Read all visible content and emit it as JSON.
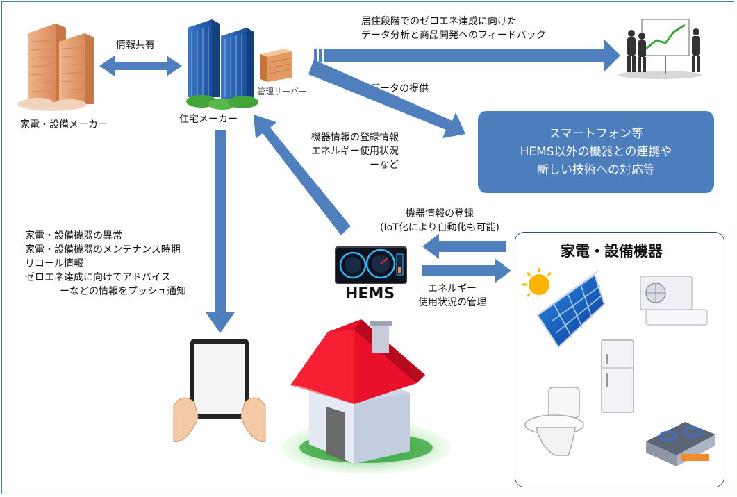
{
  "nodes": {
    "appliance_maker": "家電・設備メーカー",
    "house_maker": "住宅メーカー",
    "server": "管理サーバー",
    "hems": "HEMS"
  },
  "edges": {
    "info_share": "情報共有",
    "feedback": [
      "居住段階でのゼロエネ達成に向けた",
      "データ分析と商品開発へのフィードバック"
    ],
    "data_provide": "データの提供",
    "registration_info": [
      "機器情報の登録情報",
      "エネルギー使用状況",
      "ーなど"
    ],
    "device_register": [
      "機器情報の登録",
      "(IoT化により自動化も可能)"
    ],
    "energy_manage": [
      "エネルギー",
      "使用状況の管理"
    ],
    "push_notify": [
      "家電・設備機器の異常",
      "家電・設備機器のメンテナンス時期",
      "リコール情報",
      "ゼロエネ達成に向けてアドバイス",
      "ーなどの情報をプッシュ通知"
    ]
  },
  "smartphone_box": [
    "スマートフォン等",
    "HEMS以外の機器との連携や",
    "新しい技術への対応等"
  ],
  "appliances": {
    "title": "家電・設備機器",
    "items": [
      "solar-panel",
      "air-conditioner",
      "refrigerator",
      "toilet",
      "gas-stove"
    ]
  },
  "colors": {
    "arrow": "#4f7fbd",
    "box": "#4c7ebe",
    "roof": "#e8102a",
    "grass": "#3aa63a",
    "frame": "#4a76b8"
  }
}
